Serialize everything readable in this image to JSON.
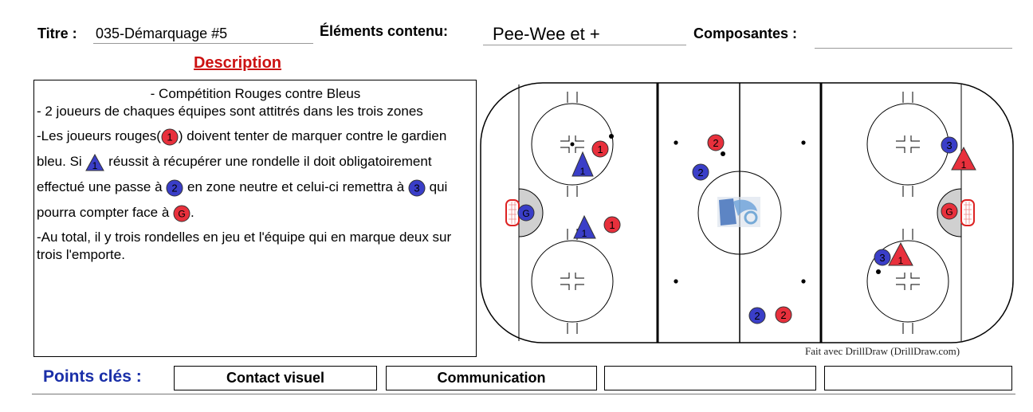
{
  "header": {
    "title_label": "Titre :",
    "title_value": "035-Démarquage #5",
    "content_label": "Éléments contenu:",
    "content_value": "Pee-Wee et +",
    "components_label": "Composantes :",
    "components_value": ""
  },
  "description": {
    "heading": "Description",
    "line1": "- Compétition Rouges contre Bleus",
    "line2": "- 2 joueurs de chaques équipes sont attitrés dans les trois zones",
    "line3a": "-Les joueurs rouges(",
    "line3b": ") doivent tenter de marquer contre le gardien bleu. Si",
    "line3c": "réussit à récupérer une rondelle il doit obligatoirement effectué une passe à",
    "line3d": "en zone neutre et celui-ci remettra à",
    "line3e": "qui pourra compter face à",
    "line3f": ".",
    "line4": "-Au total, il y trois rondelles en jeu et l'équipe qui en marque deux sur trois l'emporte.",
    "icon_red1": "1",
    "icon_tri1": "1",
    "icon_blue2": "2",
    "icon_blue3": "3",
    "icon_redG": "G"
  },
  "rink": {
    "credit": "Fait avec DrillDraw (DrillDraw.com)",
    "colors": {
      "red": "#e8303c",
      "blue": "#3a3ec8",
      "line": "#000000"
    },
    "players": [
      {
        "id": "red-1-a",
        "label": "1",
        "team": "red",
        "shape": "circle"
      },
      {
        "id": "blue-tri-1-a",
        "label": "1",
        "team": "blue",
        "shape": "triangle"
      },
      {
        "id": "blue-G-left",
        "label": "G",
        "team": "blue",
        "shape": "circle"
      },
      {
        "id": "blue-tri-1-b",
        "label": "1",
        "team": "blue",
        "shape": "triangle"
      },
      {
        "id": "red-1-b",
        "label": "1",
        "team": "red",
        "shape": "circle"
      },
      {
        "id": "red-2-a",
        "label": "2",
        "team": "red",
        "shape": "circle"
      },
      {
        "id": "blue-2-a",
        "label": "2",
        "team": "blue",
        "shape": "circle"
      },
      {
        "id": "blue-2-b",
        "label": "2",
        "team": "blue",
        "shape": "circle"
      },
      {
        "id": "red-2-b",
        "label": "2",
        "team": "red",
        "shape": "circle"
      },
      {
        "id": "blue-3-a",
        "label": "3",
        "team": "blue",
        "shape": "circle"
      },
      {
        "id": "red-tri-1-a",
        "label": "1",
        "team": "red",
        "shape": "triangle"
      },
      {
        "id": "red-G-right",
        "label": "G",
        "team": "red",
        "shape": "circle"
      },
      {
        "id": "blue-3-b",
        "label": "3",
        "team": "blue",
        "shape": "circle"
      },
      {
        "id": "red-tri-1-b",
        "label": "1",
        "team": "red",
        "shape": "triangle"
      }
    ]
  },
  "key_points": {
    "label": "Points clés :",
    "items": [
      "Contact visuel",
      "Communication",
      "",
      ""
    ]
  }
}
